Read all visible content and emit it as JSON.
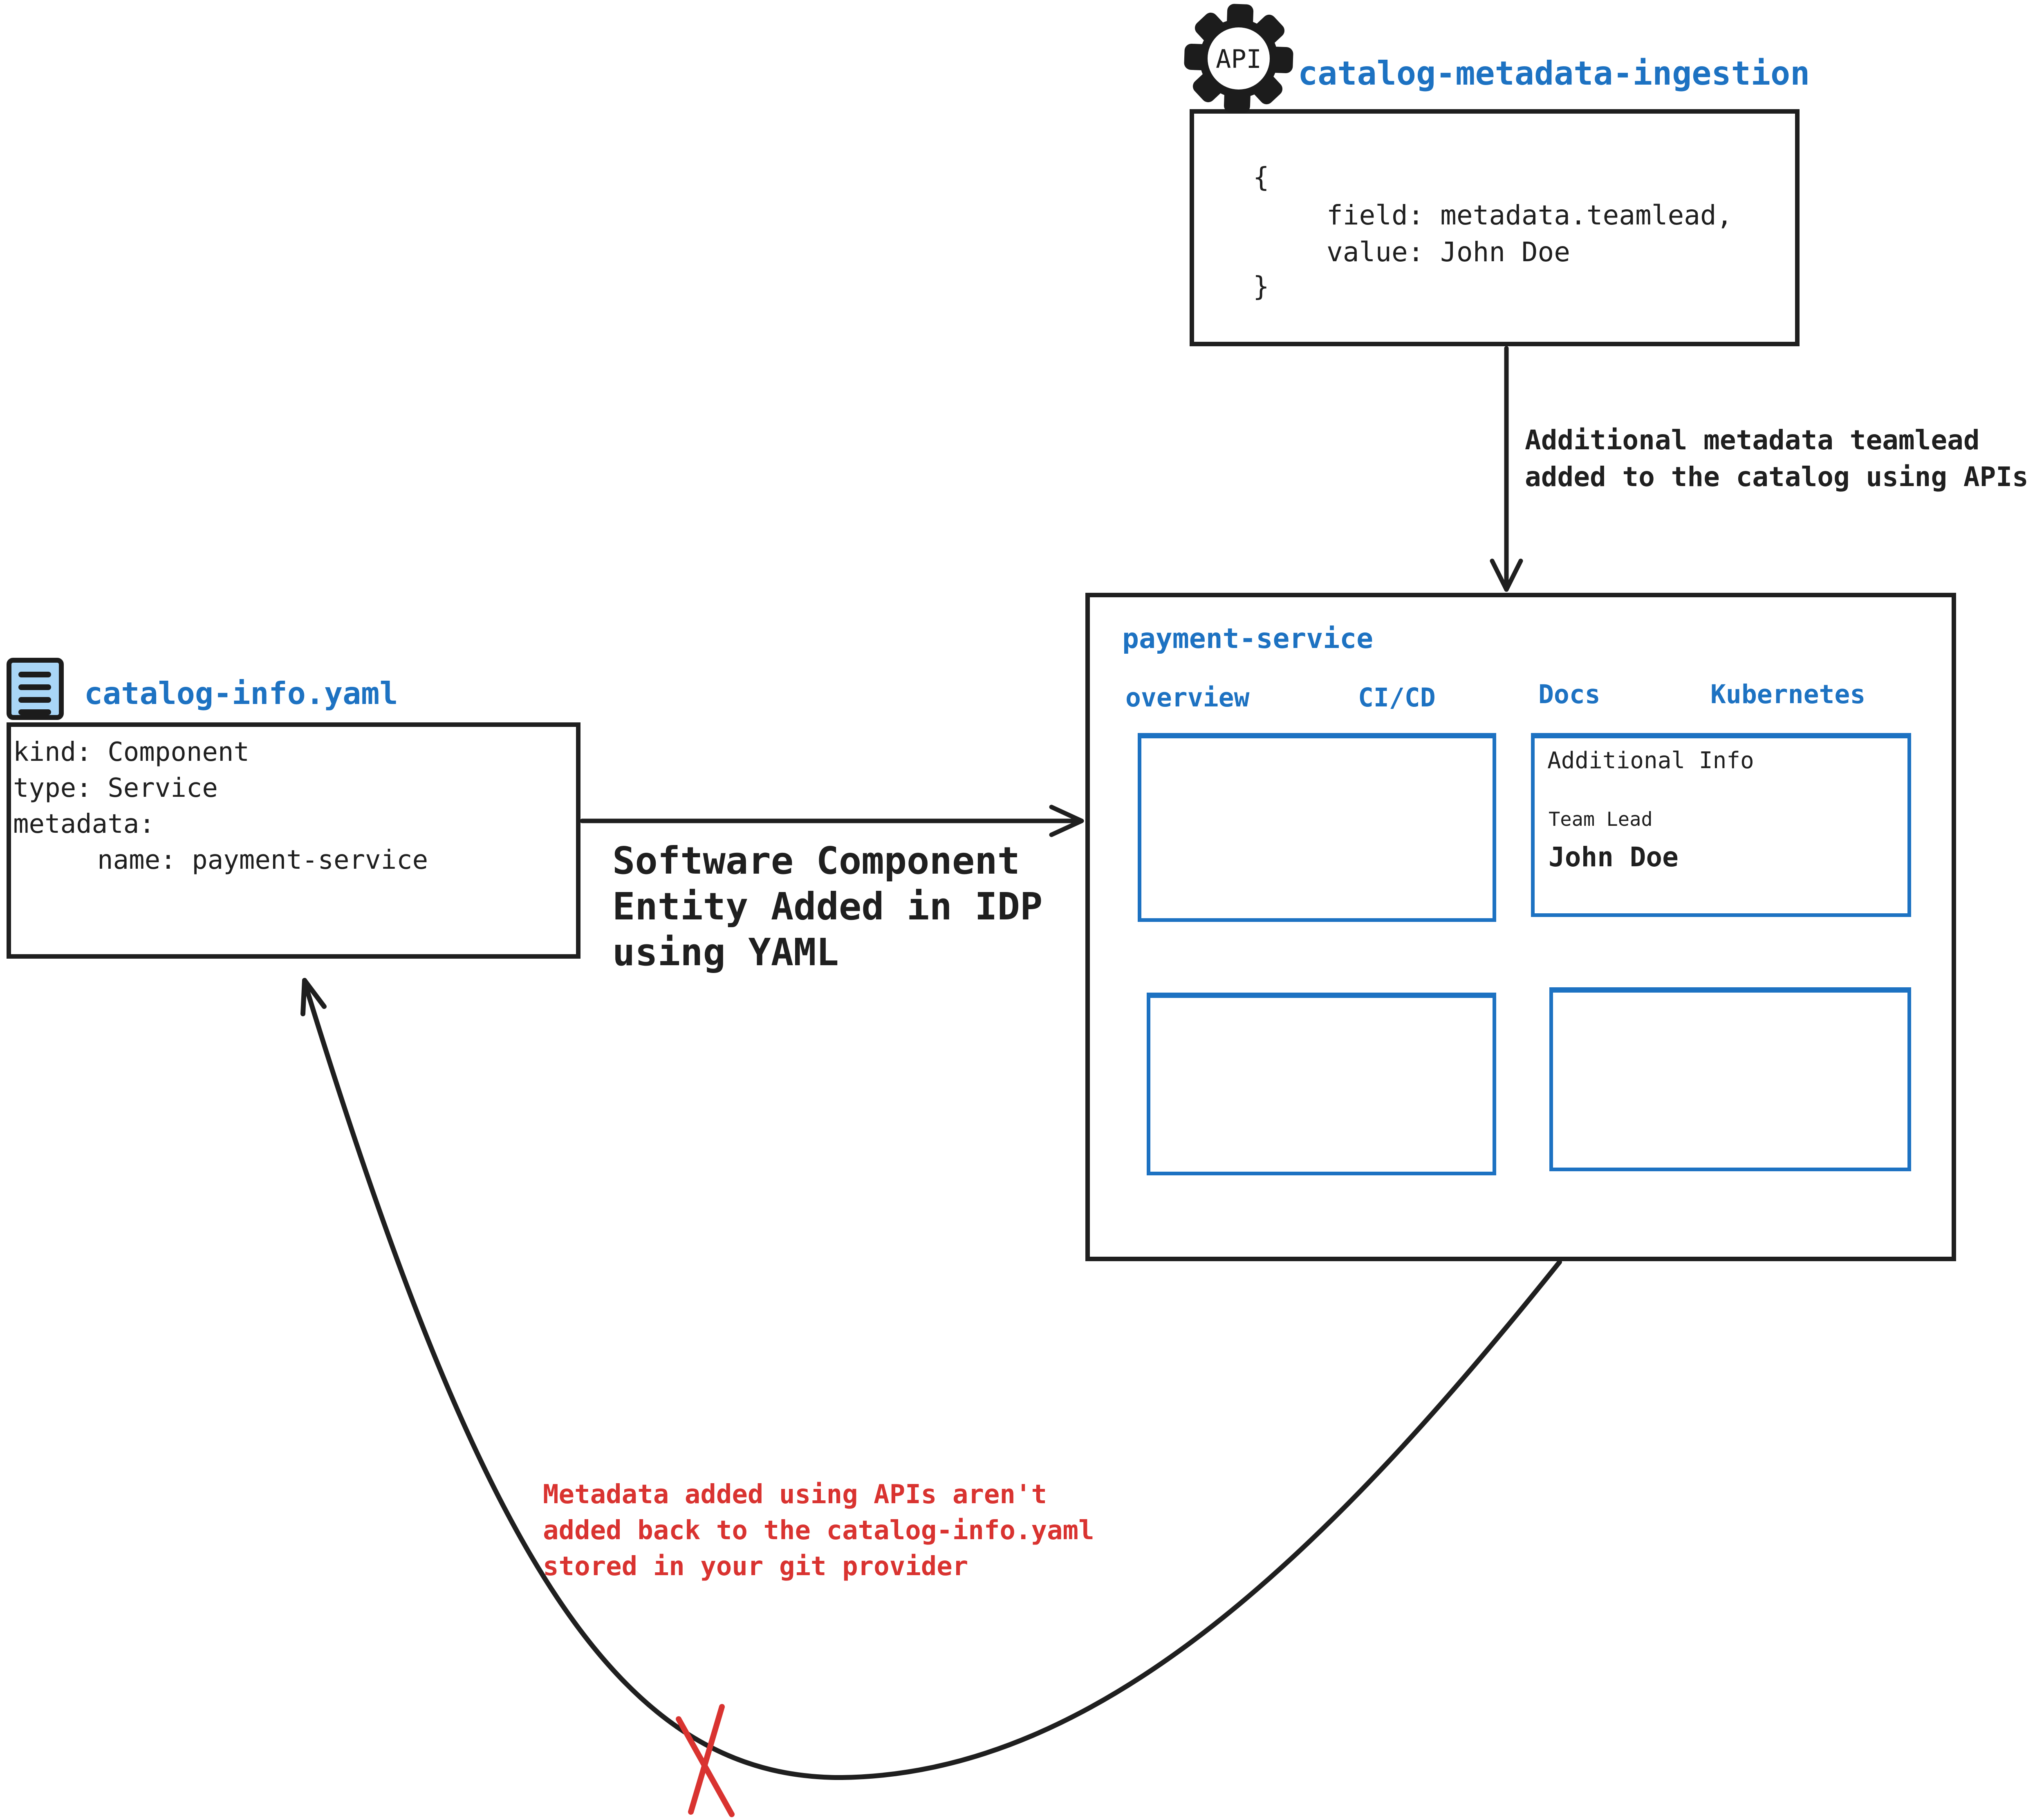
{
  "colors": {
    "accent_blue": "#1d72c2",
    "warning_red": "#d93330",
    "ink_black": "#1f1f1f",
    "file_icon_fill": "#a9d6f7"
  },
  "api_service": {
    "icon": "api-gear-icon",
    "icon_label": "API",
    "title": "catalog-metadata-ingestion",
    "code_lines": [
      "{",
      "field: metadata.teamlead,",
      "value: John Doe",
      "}"
    ]
  },
  "api_arrow_label": "Additional metadata teamlead\nadded to the catalog using APIs",
  "idp": {
    "title": "payment-service",
    "tabs": [
      "overview",
      "CI/CD",
      "Docs",
      "Kubernetes"
    ],
    "panels": {
      "additional_info": {
        "heading": "Additional Info",
        "field_label": "Team Lead",
        "field_value": "John Doe"
      }
    }
  },
  "yaml_file": {
    "icon": "yaml-file-icon",
    "title": "catalog-info.yaml",
    "lines": [
      "kind: Component",
      "type: Service",
      "metadata:",
      "name: payment-service"
    ]
  },
  "yaml_arrow_label": "Software Component\nEntity Added in IDP\nusing YAML",
  "feedback_note": "Metadata added using APIs aren't\nadded back to the catalog-info.yaml\nstored in your git provider"
}
